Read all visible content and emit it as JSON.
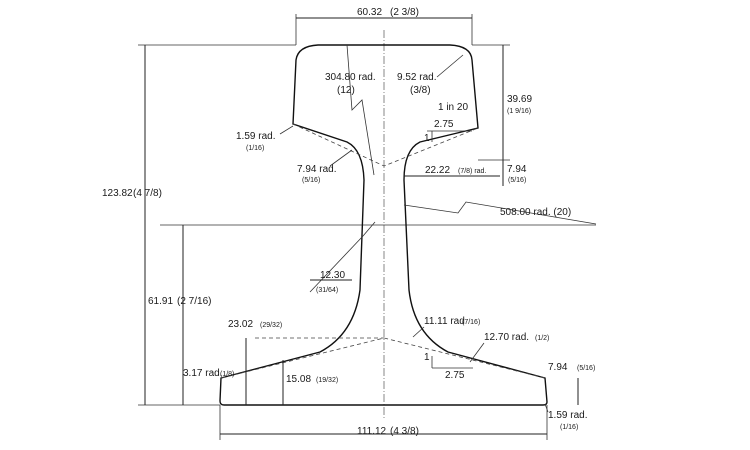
{
  "diagram": {
    "labels": {
      "top_width": "60.32",
      "top_width_frac": "(2 3/8)",
      "head_radius_large": "304.80 rad.",
      "head_radius_large_frac": "(12)",
      "head_radius_corner": "9.52 rad.",
      "head_radius_corner_frac": "(3/8)",
      "head_slope": "1 in 20",
      "head_slope_run": "2.75",
      "head_slope_rise": "1",
      "head_depth": "39.69",
      "head_depth_frac": "(1 9/16)",
      "head_fillet": "1.59 rad.",
      "head_fillet_frac": "(1/16)",
      "web_fillet_top": "7.94 rad.",
      "web_fillet_top_frac": "(5/16)",
      "head_fillet_offset": "22.22",
      "head_fillet_offset_frac": "(7/8) rad.",
      "head_underside": "7.94",
      "head_underside_frac": "(5/16)",
      "web_radius": "508.00 rad. (20)",
      "overall_height": "123.82",
      "overall_height_frac": "(4 7/8)",
      "neutral_axis": "61.91",
      "neutral_axis_frac": "(2 7/16)",
      "web_thickness": "12.30",
      "web_thickness_frac": "(31/64)",
      "base_fillet_radius": "11.11 rad",
      "base_fillet_radius_frac": "(7/16)",
      "base_slope_radius": "12.70 rad.",
      "base_slope_radius_frac": "(1/2)",
      "base_height": "23.02",
      "base_height_frac": "(29/32)",
      "base_slope_rise": "1",
      "base_slope_run": "2.75",
      "base_edge_thickness": "7.94",
      "base_edge_thickness_frac": "(5/16)",
      "base_corner_radius": "3.17 rad.",
      "base_corner_radius_frac": "(1/8)",
      "base_inner_height": "15.08",
      "base_inner_height_frac": "(19/32)",
      "base_toe_radius": "1.59 rad.",
      "base_toe_radius_frac": "(1/16)",
      "base_width": "111.12",
      "base_width_frac": "(4 3/8)"
    }
  }
}
